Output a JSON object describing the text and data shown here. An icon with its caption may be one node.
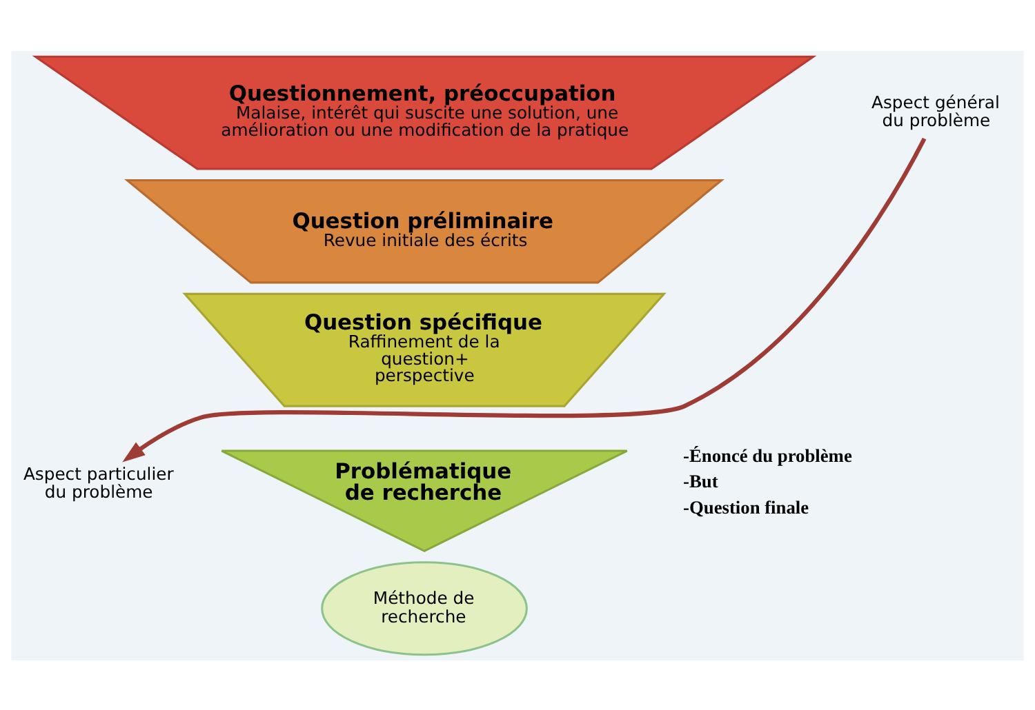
{
  "diagram": {
    "nodes": [
      {
        "text": [
          "Questionnement, préoccupation",
          "Malaise, intérêt qui suscite une solution, une amélioration ou une modification de la pratique"
        ]
      },
      {
        "text": [
          "Question préliminaire",
          "Revue initiale des écrits"
        ]
      },
      {
        "text": [
          "Question spécifique",
          "Raffinement de la question+ perspective"
        ]
      },
      {
        "text": [
          "Problématique de recherche"
        ]
      },
      {
        "text": [
          "Méthode de recherche"
        ]
      },
      {
        "text": [
          "Aspect général du problème"
        ]
      },
      {
        "text": [
          "Aspect particulier du problème"
        ]
      }
    ],
    "edges": [
      {
        "from": 5,
        "to": 6,
        "arrow": "to"
      }
    ],
    "labels": [
      "-Énoncé du problème",
      "-But",
      "-Question finale"
    ]
  }
}
